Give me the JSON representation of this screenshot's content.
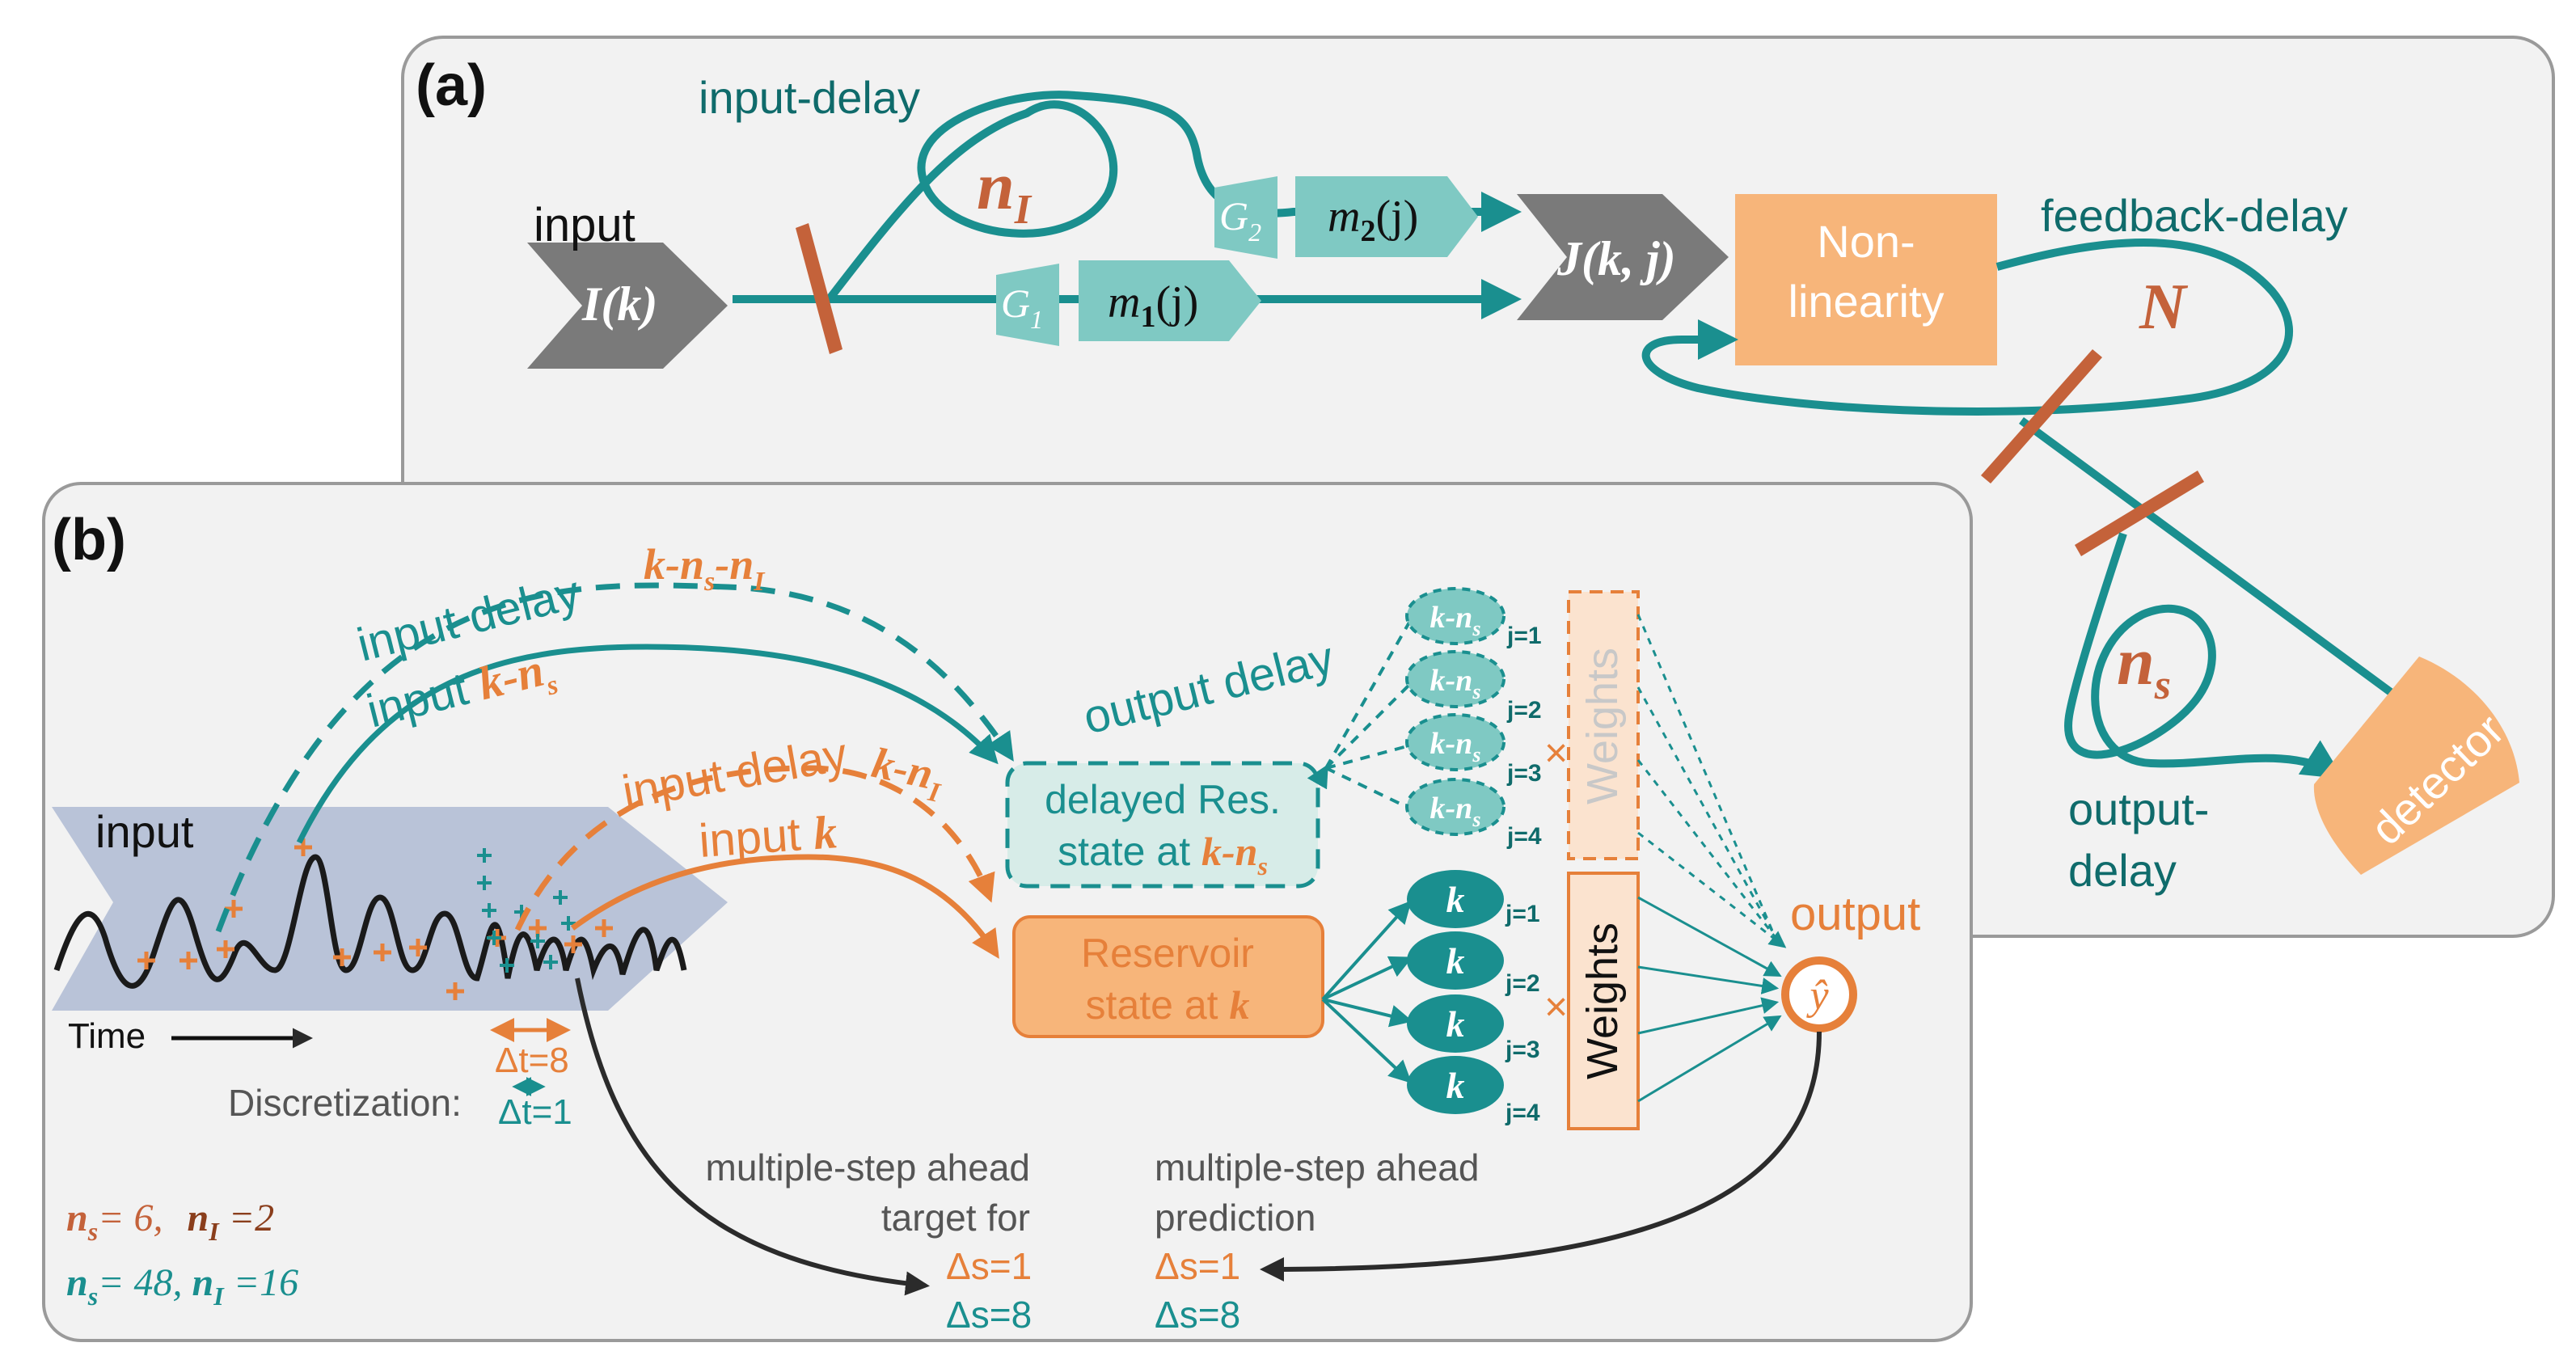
{
  "colors": {
    "teal": "#1a8f8f",
    "teal_dark": "#0f6b6b",
    "teal_light": "#7fc9c3",
    "orange": "#e6803a",
    "orange_light": "#f7b57a",
    "rust": "#c4623a",
    "gray_arrow": "#7a7a7a",
    "panel_bg": "#f2f2f2",
    "panel_border": "#9a9a9a",
    "input_band": "#b9c3d8"
  },
  "panel_a": {
    "label": "(a)",
    "input_label": "input",
    "input_arrow": "I(k)",
    "input_delay_label": "input-delay",
    "n_i": "n",
    "n_i_sub": "I",
    "g2": "G",
    "g2_sub": "2",
    "m2": "m",
    "m2_sub": "2",
    "m2_arg": "(j)",
    "g1": "G",
    "g1_sub": "1",
    "m1": "m",
    "m1_sub": "1",
    "m1_arg": "(j)",
    "j_arrow": "J(k, j)",
    "nonlinearity_line1": "Non-",
    "nonlinearity_line2": "linearity",
    "feedback_label": "feedback-delay",
    "feedback_n": "N",
    "n_s": "n",
    "n_s_sub": "s",
    "output_delay_line1": "output-",
    "output_delay_line2": "delay",
    "detector": "detector"
  },
  "panel_b": {
    "label": "(b)",
    "input_label": "input",
    "time_label": "Time",
    "input_delay_teal": "input  delay",
    "input_delay_teal_idx": "k-n",
    "input_delay_teal_idx_sub": "s",
    "input_delay_teal_idx2": "-n",
    "input_delay_teal_idx2_sub": "I",
    "input_kns_prefix": "input ",
    "input_kns": "k-n",
    "input_kns_sub": "s",
    "input_delay_orange": "input delay",
    "input_delay_orange_idx": "k-n",
    "input_delay_orange_idx_sub": "I",
    "input_k_prefix": "input ",
    "input_k": "k",
    "output_delay": "output delay",
    "delayed_line1": "delayed Res.",
    "delayed_line2_prefix": "state at ",
    "delayed_line2_idx": "k-n",
    "delayed_line2_idx_sub": "s",
    "reservoir_line1": "Reservoir",
    "reservoir_line2_prefix": "state at ",
    "reservoir_line2_idx": "k",
    "delayed_node": "k-n",
    "delayed_node_sub": "s",
    "node_k": "k",
    "j_labels": [
      "j=1",
      "j=2",
      "j=3",
      "j=4"
    ],
    "weights": "Weights",
    "weights_faded": "Weights",
    "output_label": "output",
    "output_symbol": "ŷ",
    "dt8": "Δt=8",
    "dt1": "Δt=1",
    "discretization": "Discretization:",
    "target_line1": "multiple-step ahead",
    "target_line2": "target for",
    "prediction_line1": "multiple-step ahead",
    "prediction_line2": "prediction",
    "ds1": "Δs=1",
    "ds8": "Δs=8",
    "params_orange_ns": "n",
    "params_orange_ns_sub": "s",
    "params_orange_ns_val": "= 6,",
    "params_orange_ni": "n",
    "params_orange_ni_sub": "I",
    "params_orange_ni_val": " =2",
    "params_teal_ns": "n",
    "params_teal_ns_sub": "s",
    "params_teal_ns_val": "= 48, ",
    "params_teal_ni": "n",
    "params_teal_ni_sub": "I",
    "params_teal_ni_val": " =16"
  }
}
